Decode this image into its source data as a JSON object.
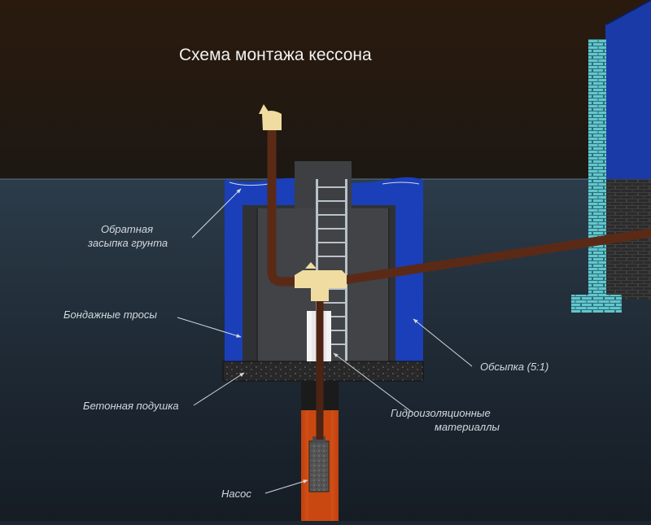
{
  "diagram": {
    "title": "Схема монтажа кессона",
    "labels": {
      "backfill_line1": "Обратная",
      "backfill_line2": "засыпка грунта",
      "bandage_ropes": "Бондажные тросы",
      "concrete_pad": "Бетонная подушка",
      "pump": "Насос",
      "gravel_fill": "Обсыпка (5:1)",
      "waterproofing_line1": "Гидроизоляционные",
      "waterproofing_line2": "материаллы"
    },
    "colors": {
      "sky": "#2a1c12",
      "ground": "#1e2832",
      "backfill": "#1a3fb8",
      "caisson": "#393b3e",
      "pipe": "#5a2a17",
      "casing": "#e2561a",
      "fitting": "#f0dca0",
      "house_wall": "#1a3aa8",
      "brick": "#5fc0c8",
      "concrete": "#262626"
    }
  }
}
